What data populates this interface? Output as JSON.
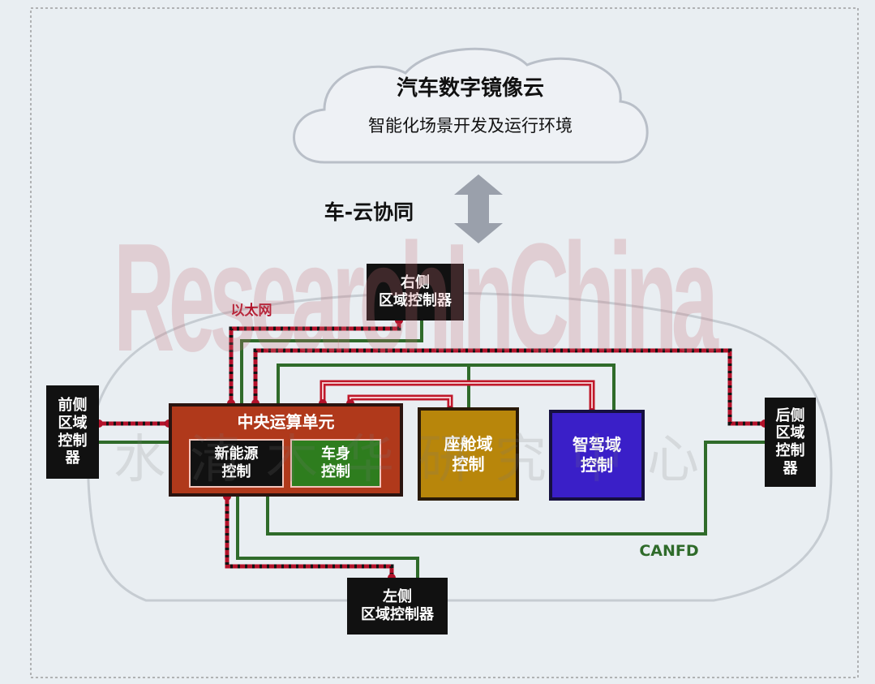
{
  "cloud": {
    "title": "汽车数字镜像云",
    "subtitle": "智能化场景开发及运行环境"
  },
  "sync_label": "车-云协同",
  "ethernet_label": "以太网",
  "canfd_label": "CANFD",
  "nodes": {
    "right_zone": "右侧\n区域控制器",
    "left_zone": "左侧\n区域控制器",
    "front_zone": "前侧\n区域\n控制\n器",
    "rear_zone": "后侧\n区域\n控制\n器",
    "central": "中央运算单元",
    "new_energy": "新能源\n控制",
    "body": "车身\n控制",
    "cockpit": "座舱域\n控制",
    "adas": "智驾域\n控制"
  },
  "watermark": {
    "latin": "ResearchInChina",
    "chinese": "水清木华研究中心"
  },
  "colors": {
    "ethernet": "#b3122a",
    "canfd": "#2f6b2a",
    "central": "#b0391b",
    "body": "#2e7d1e",
    "cockpit": "#b8860b",
    "adas": "#3a1fc8",
    "zone": "#111111"
  }
}
